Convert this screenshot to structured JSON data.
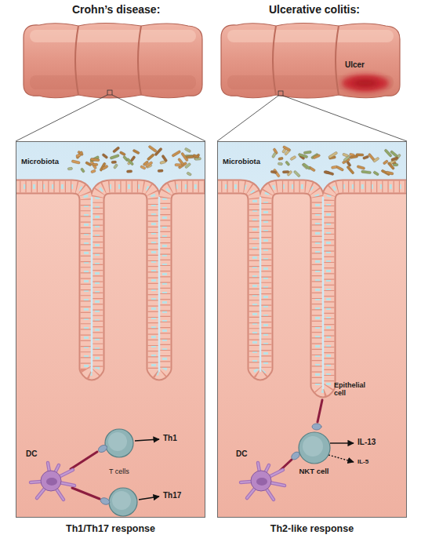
{
  "diagram": {
    "nodes": [
      {
        "text": [
          "Microbiota",
          "Th1/Th17 response"
        ]
      },
      {
        "text": [
          "Microbiota",
          "Th2-like response"
        ]
      },
      {
        "text": [
          "DC"
        ],
        "in": 0
      },
      {
        "text": [
          "DC"
        ],
        "in": 1
      },
      {
        "text": [
          "NKT cell"
        ],
        "in": 1
      }
    ],
    "labels": [
      "Crohn’s disease:",
      "Ulcerative colitis:",
      "Ulcer",
      "T cells",
      "Th1",
      "Th17",
      "Epithelial cell",
      "IL-13",
      "IL-5"
    ]
  }
}
